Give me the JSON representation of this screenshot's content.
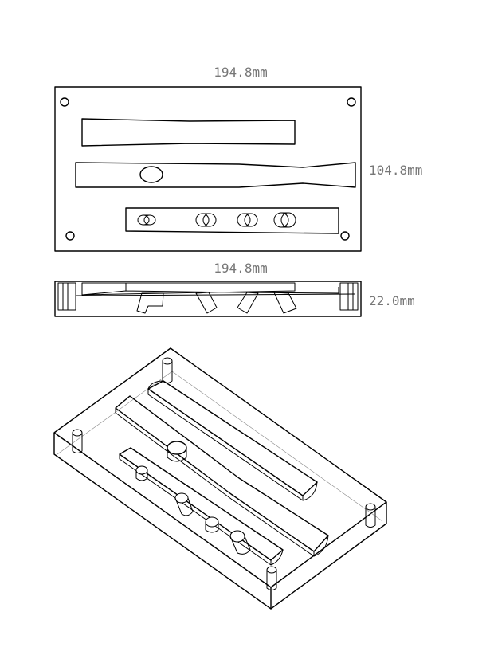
{
  "top_view": {
    "width_label": "194.8mm",
    "height_label": "104.8mm"
  },
  "side_view": {
    "width_label": "194.8mm",
    "height_label": "22.0mm"
  }
}
